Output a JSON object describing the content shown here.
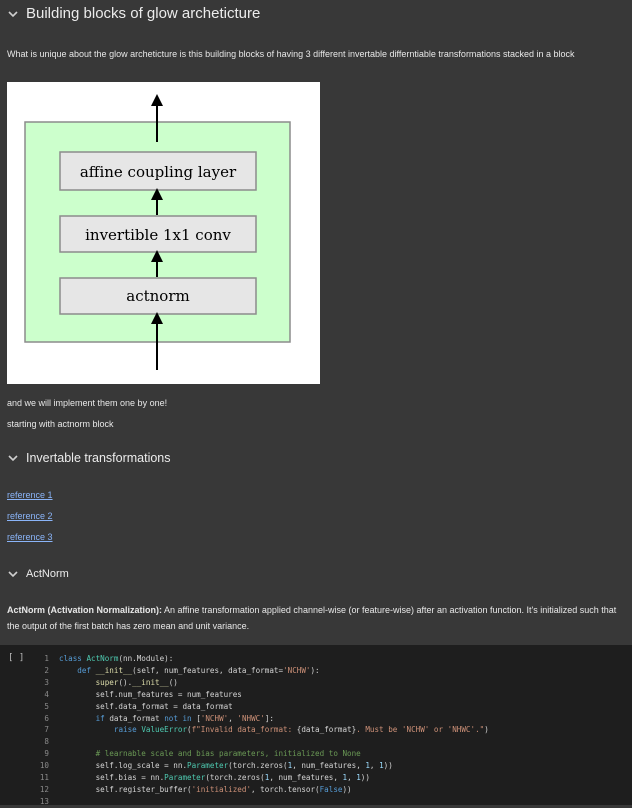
{
  "sections": {
    "building_blocks": "Building blocks of glow archeticture",
    "invertible": "Invertable transformations",
    "actnorm": "ActNorm"
  },
  "paragraphs": {
    "intro": "What is unique about the glow archeticture is this building blocks of having 3 different invertable differntiable transformations stacked in a block",
    "implement": "and we will implement them one by one!",
    "starting": "starting with actnorm block",
    "actnorm_bold": "ActNorm (Activation Normalization):",
    "actnorm_desc": " An affine transformation applied channel-wise (or feature-wise) after an activation function. It's initialized such that the output of the first batch has zero mean and unit variance."
  },
  "figure": {
    "layers": [
      "affine coupling layer",
      "invertible 1x1 conv",
      "actnorm"
    ],
    "colors": {
      "outer_fill": "#ccffcc",
      "box_fill": "#e6e6e6",
      "stroke": "#8c8c8c"
    }
  },
  "links": [
    "reference 1",
    "reference 2",
    "reference 3"
  ],
  "code_cell": {
    "run_label": "[ ]",
    "line_numbers": [
      "1",
      "2",
      "3",
      "4",
      "5",
      "6",
      "7",
      "8",
      "9",
      "10",
      "11",
      "12",
      "13"
    ]
  },
  "icons": {
    "collapse": "chevron-down-icon"
  }
}
